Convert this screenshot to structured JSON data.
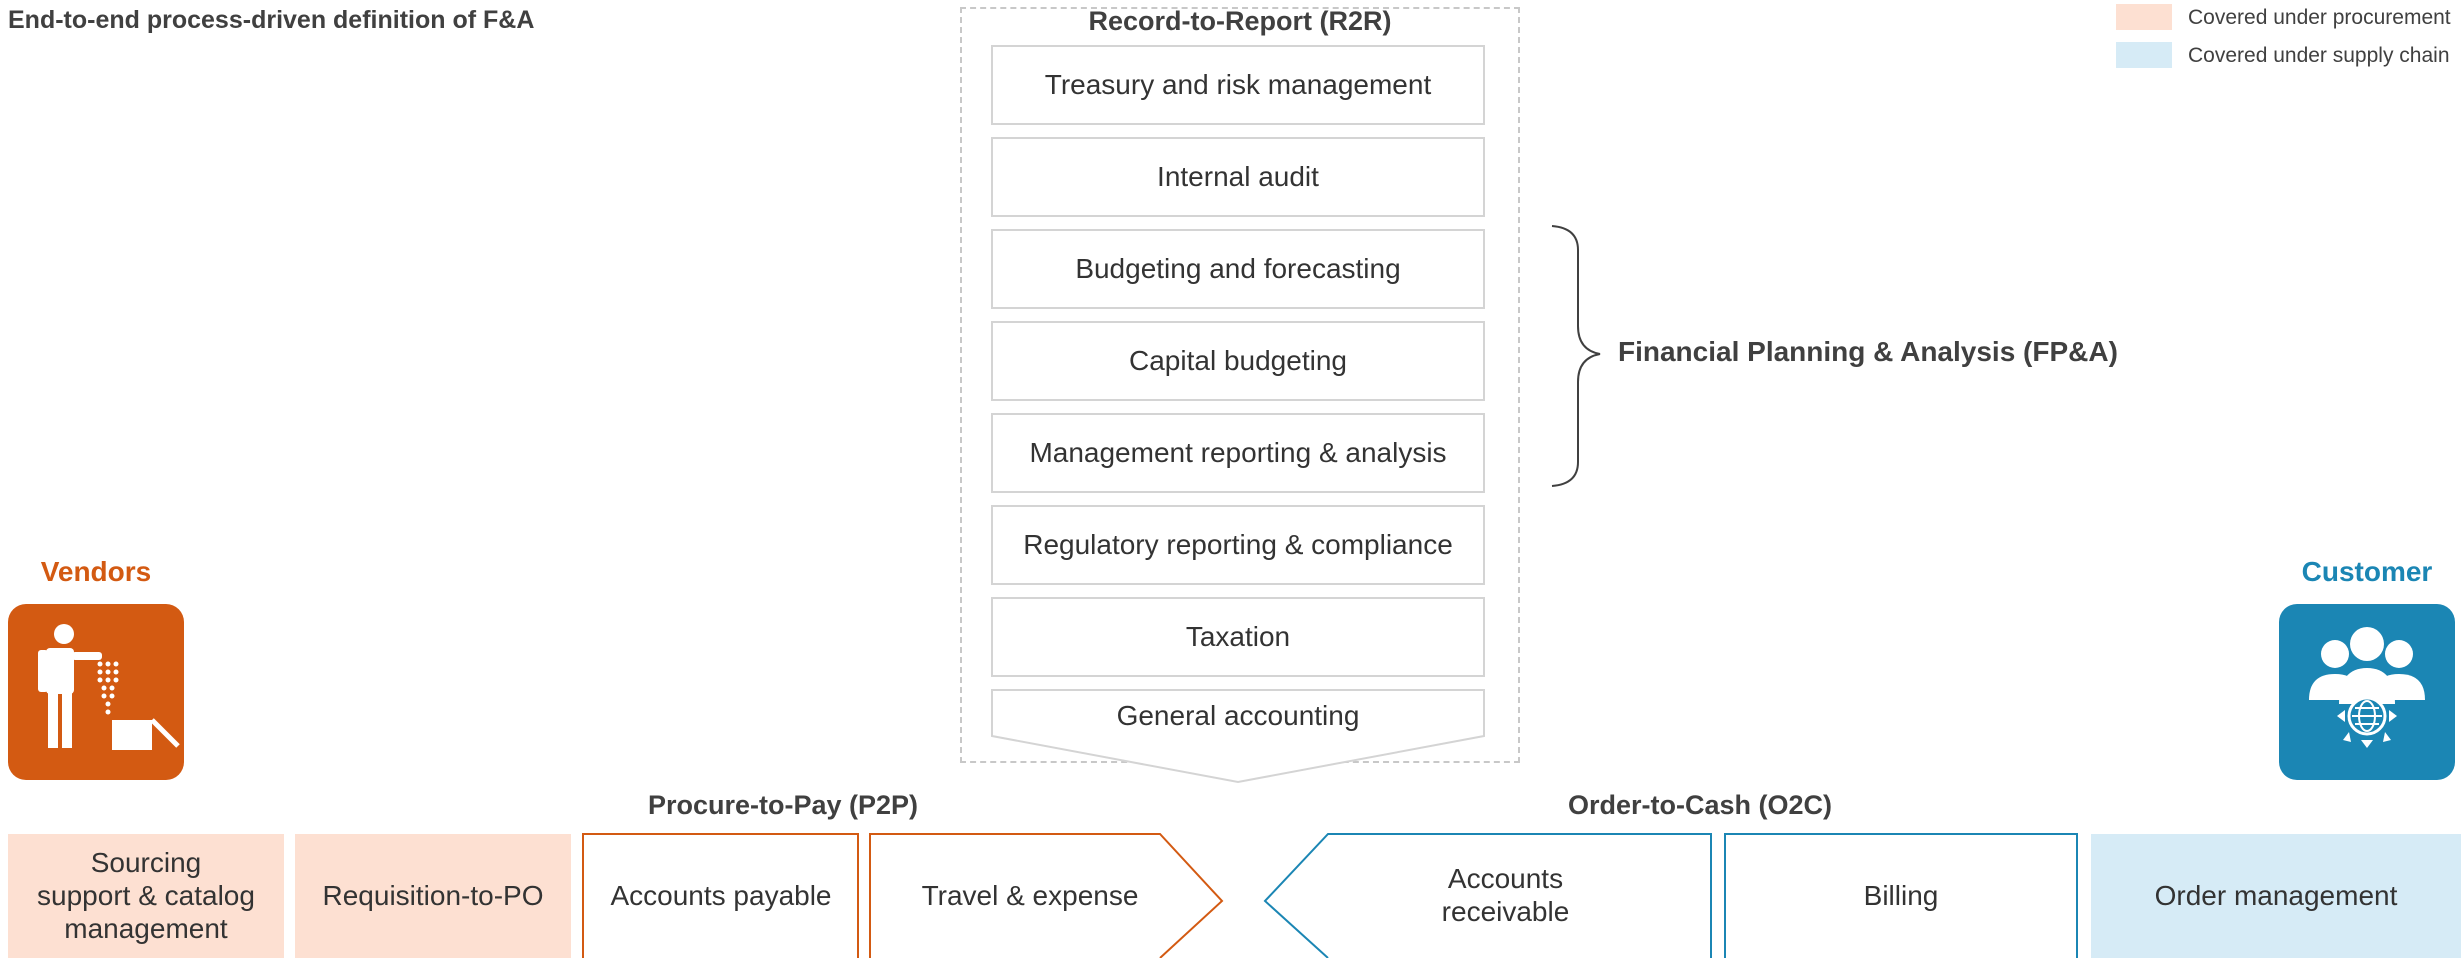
{
  "title": "End-to-end process-driven definition of F&A",
  "legend": [
    {
      "label": "Covered under procurement",
      "color": "#fde0d2"
    },
    {
      "label": "Covered under supply chain",
      "color": "#d6ebf6"
    }
  ],
  "r2r": {
    "title": "Record-to-Report (R2R)",
    "items": [
      "Treasury and risk management",
      "Internal audit",
      "Budgeting and forecasting",
      "Capital budgeting",
      "Management reporting & analysis",
      "Regulatory reporting & compliance",
      "Taxation",
      "General accounting"
    ]
  },
  "fpa": {
    "label": "Financial Planning & Analysis (FP&A)"
  },
  "vendors": {
    "label": "Vendors",
    "icon": "vendor-icon",
    "color": "#d35a12"
  },
  "customer": {
    "label": "Customer",
    "icon": "customer-group-icon",
    "color": "#1b86b4"
  },
  "p2p": {
    "title": "Procure-to-Pay (P2P)",
    "steps": [
      "Sourcing\nsupport & catalog\nmanagement",
      "Requisition-to-PO",
      "Accounts payable",
      "Travel & expense"
    ]
  },
  "o2c": {
    "title": "Order-to-Cash (O2C)",
    "steps": [
      "Accounts\nreceivable",
      "Billing",
      "Order management"
    ]
  },
  "colors": {
    "procurement_fill": "#fde0d2",
    "supply_chain_fill": "#d6ebf6",
    "p2p_outline": "#d35a12",
    "o2c_outline": "#1b86b4",
    "r2r_border": "#d4d4d4"
  }
}
